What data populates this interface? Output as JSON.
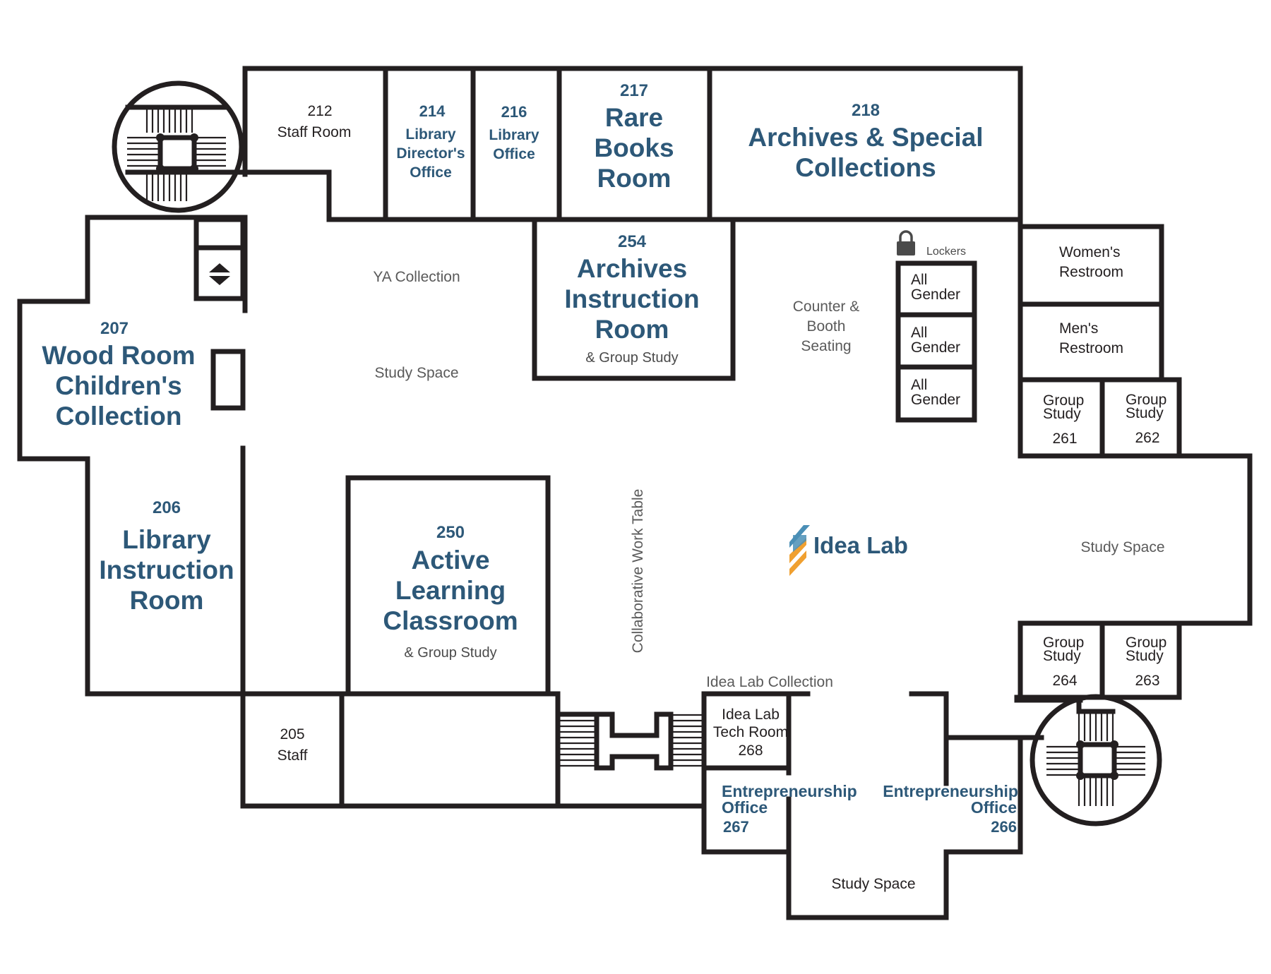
{
  "rooms": {
    "r212": {
      "number": "212",
      "name": "Staff Room"
    },
    "r214": {
      "number": "214",
      "line1": "Library",
      "line2": "Director's",
      "line3": "Office"
    },
    "r216": {
      "number": "216",
      "line1": "Library",
      "line2": "Office"
    },
    "r217": {
      "number": "217",
      "line1": "Rare",
      "line2": "Books",
      "line3": "Room"
    },
    "r218": {
      "number": "218",
      "line1": "Archives & Special",
      "line2": "Collections"
    },
    "r254": {
      "number": "254",
      "line1": "Archives",
      "line2": "Instruction",
      "line3": "Room",
      "sub": "& Group Study"
    },
    "r207": {
      "number": "207",
      "line1": "Wood Room",
      "line2": "Children's",
      "line3": "Collection"
    },
    "r206": {
      "number": "206",
      "line1": "Library",
      "line2": "Instruction",
      "line3": "Room"
    },
    "r250": {
      "number": "250",
      "line1": "Active",
      "line2": "Learning",
      "line3": "Classroom",
      "sub": "& Group Study"
    },
    "r205": {
      "number": "205",
      "name": "Staff"
    },
    "r268": {
      "line1": "Idea Lab",
      "line2": "Tech Room",
      "number": "268"
    },
    "r267": {
      "line1": "Entrepreneurship",
      "line2": "Office",
      "number": "267"
    },
    "r266": {
      "line1": "Entrepreneurship",
      "line2": "Office",
      "number": "266"
    },
    "womens": {
      "line1": "Women's",
      "line2": "Restroom"
    },
    "mens": {
      "line1": "Men's",
      "line2": "Restroom"
    },
    "gs261": {
      "line1": "Group",
      "line2": "Study",
      "number": "261"
    },
    "gs262": {
      "line1": "Group",
      "line2": "Study",
      "number": "262"
    },
    "gs264": {
      "line1": "Group",
      "line2": "Study",
      "number": "264"
    },
    "gs263": {
      "line1": "Group",
      "line2": "Study",
      "number": "263"
    },
    "restroom1": {
      "line1": "All",
      "line2": "Gender"
    },
    "restroom2": {
      "line1": "All",
      "line2": "Gender"
    },
    "restroom3": {
      "line1": "All",
      "line2": "Gender"
    }
  },
  "areas": {
    "ya_collection": "YA Collection",
    "study_space_left": "Study Space",
    "study_space_right": "Study Space",
    "study_space_bottom": "Study Space",
    "counter_line1": "Counter &",
    "counter_line2": "Booth",
    "counter_line3": "Seating",
    "lockers": "Lockers",
    "collab_table": "Collaborative Work Table",
    "idea_lab_collection": "Idea Lab Collection"
  },
  "logo": {
    "text": "Idea Lab",
    "colors": {
      "blue": "#4a8fb6",
      "orange": "#f0a030"
    }
  },
  "icons": [
    "lock-icon",
    "elevator-icon",
    "stair-icon"
  ],
  "colors": {
    "wall": "#231f20",
    "room_label": "#2d5878",
    "area_label": "#5a5a5a"
  }
}
